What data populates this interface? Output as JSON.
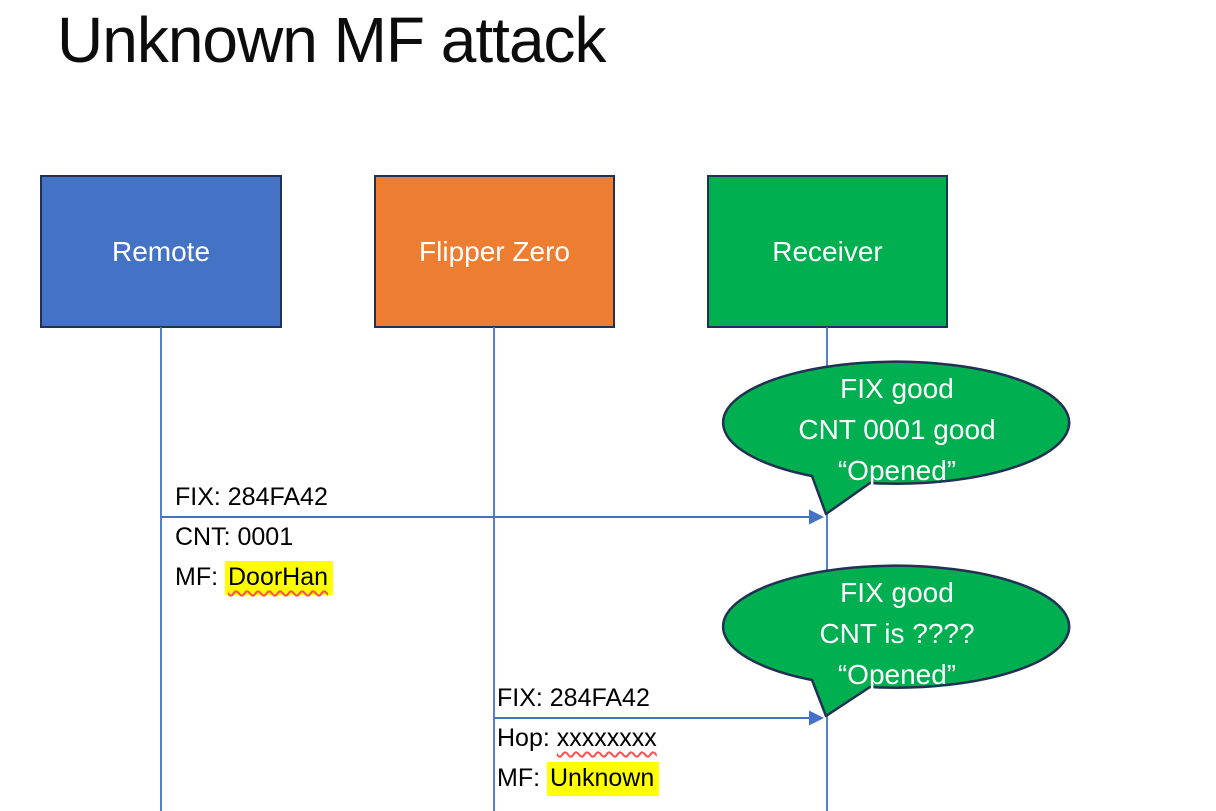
{
  "title": "Unknown MF attack",
  "actors": {
    "remote": {
      "label": "Remote"
    },
    "flipper_zero": {
      "label": "Flipper Zero"
    },
    "receiver": {
      "label": "Receiver"
    }
  },
  "message1": {
    "from": "Remote",
    "to": "Receiver",
    "line1": "FIX: 284FA42",
    "line2": "CNT: 0001",
    "line3_prefix": "MF: ",
    "line3_value": "DoorHan"
  },
  "message2": {
    "from": "Flipper Zero",
    "to": "Receiver",
    "line1": "FIX: 284FA42",
    "line2_prefix": "Hop: ",
    "line2_value": "xxxxxxxx",
    "line3_prefix": "MF: ",
    "line3_value": "Unknown"
  },
  "callout1": {
    "line1": "FIX good",
    "line2": "CNT 0001 good",
    "line3": "“Opened”"
  },
  "callout2": {
    "line1": "FIX good",
    "line2": "CNT is ????",
    "line3": "“Opened”"
  },
  "colors": {
    "remote-fill": "#4472C4",
    "flipper-fill": "#ED7D31",
    "receiver-fill": "#00B050",
    "bubble-fill": "#00B050",
    "shape-border": "#203154",
    "connector": "#4472C4",
    "highlight": "#FFFF00",
    "spellcheck": "#FF5050",
    "title-color": "#0C0C0C"
  }
}
